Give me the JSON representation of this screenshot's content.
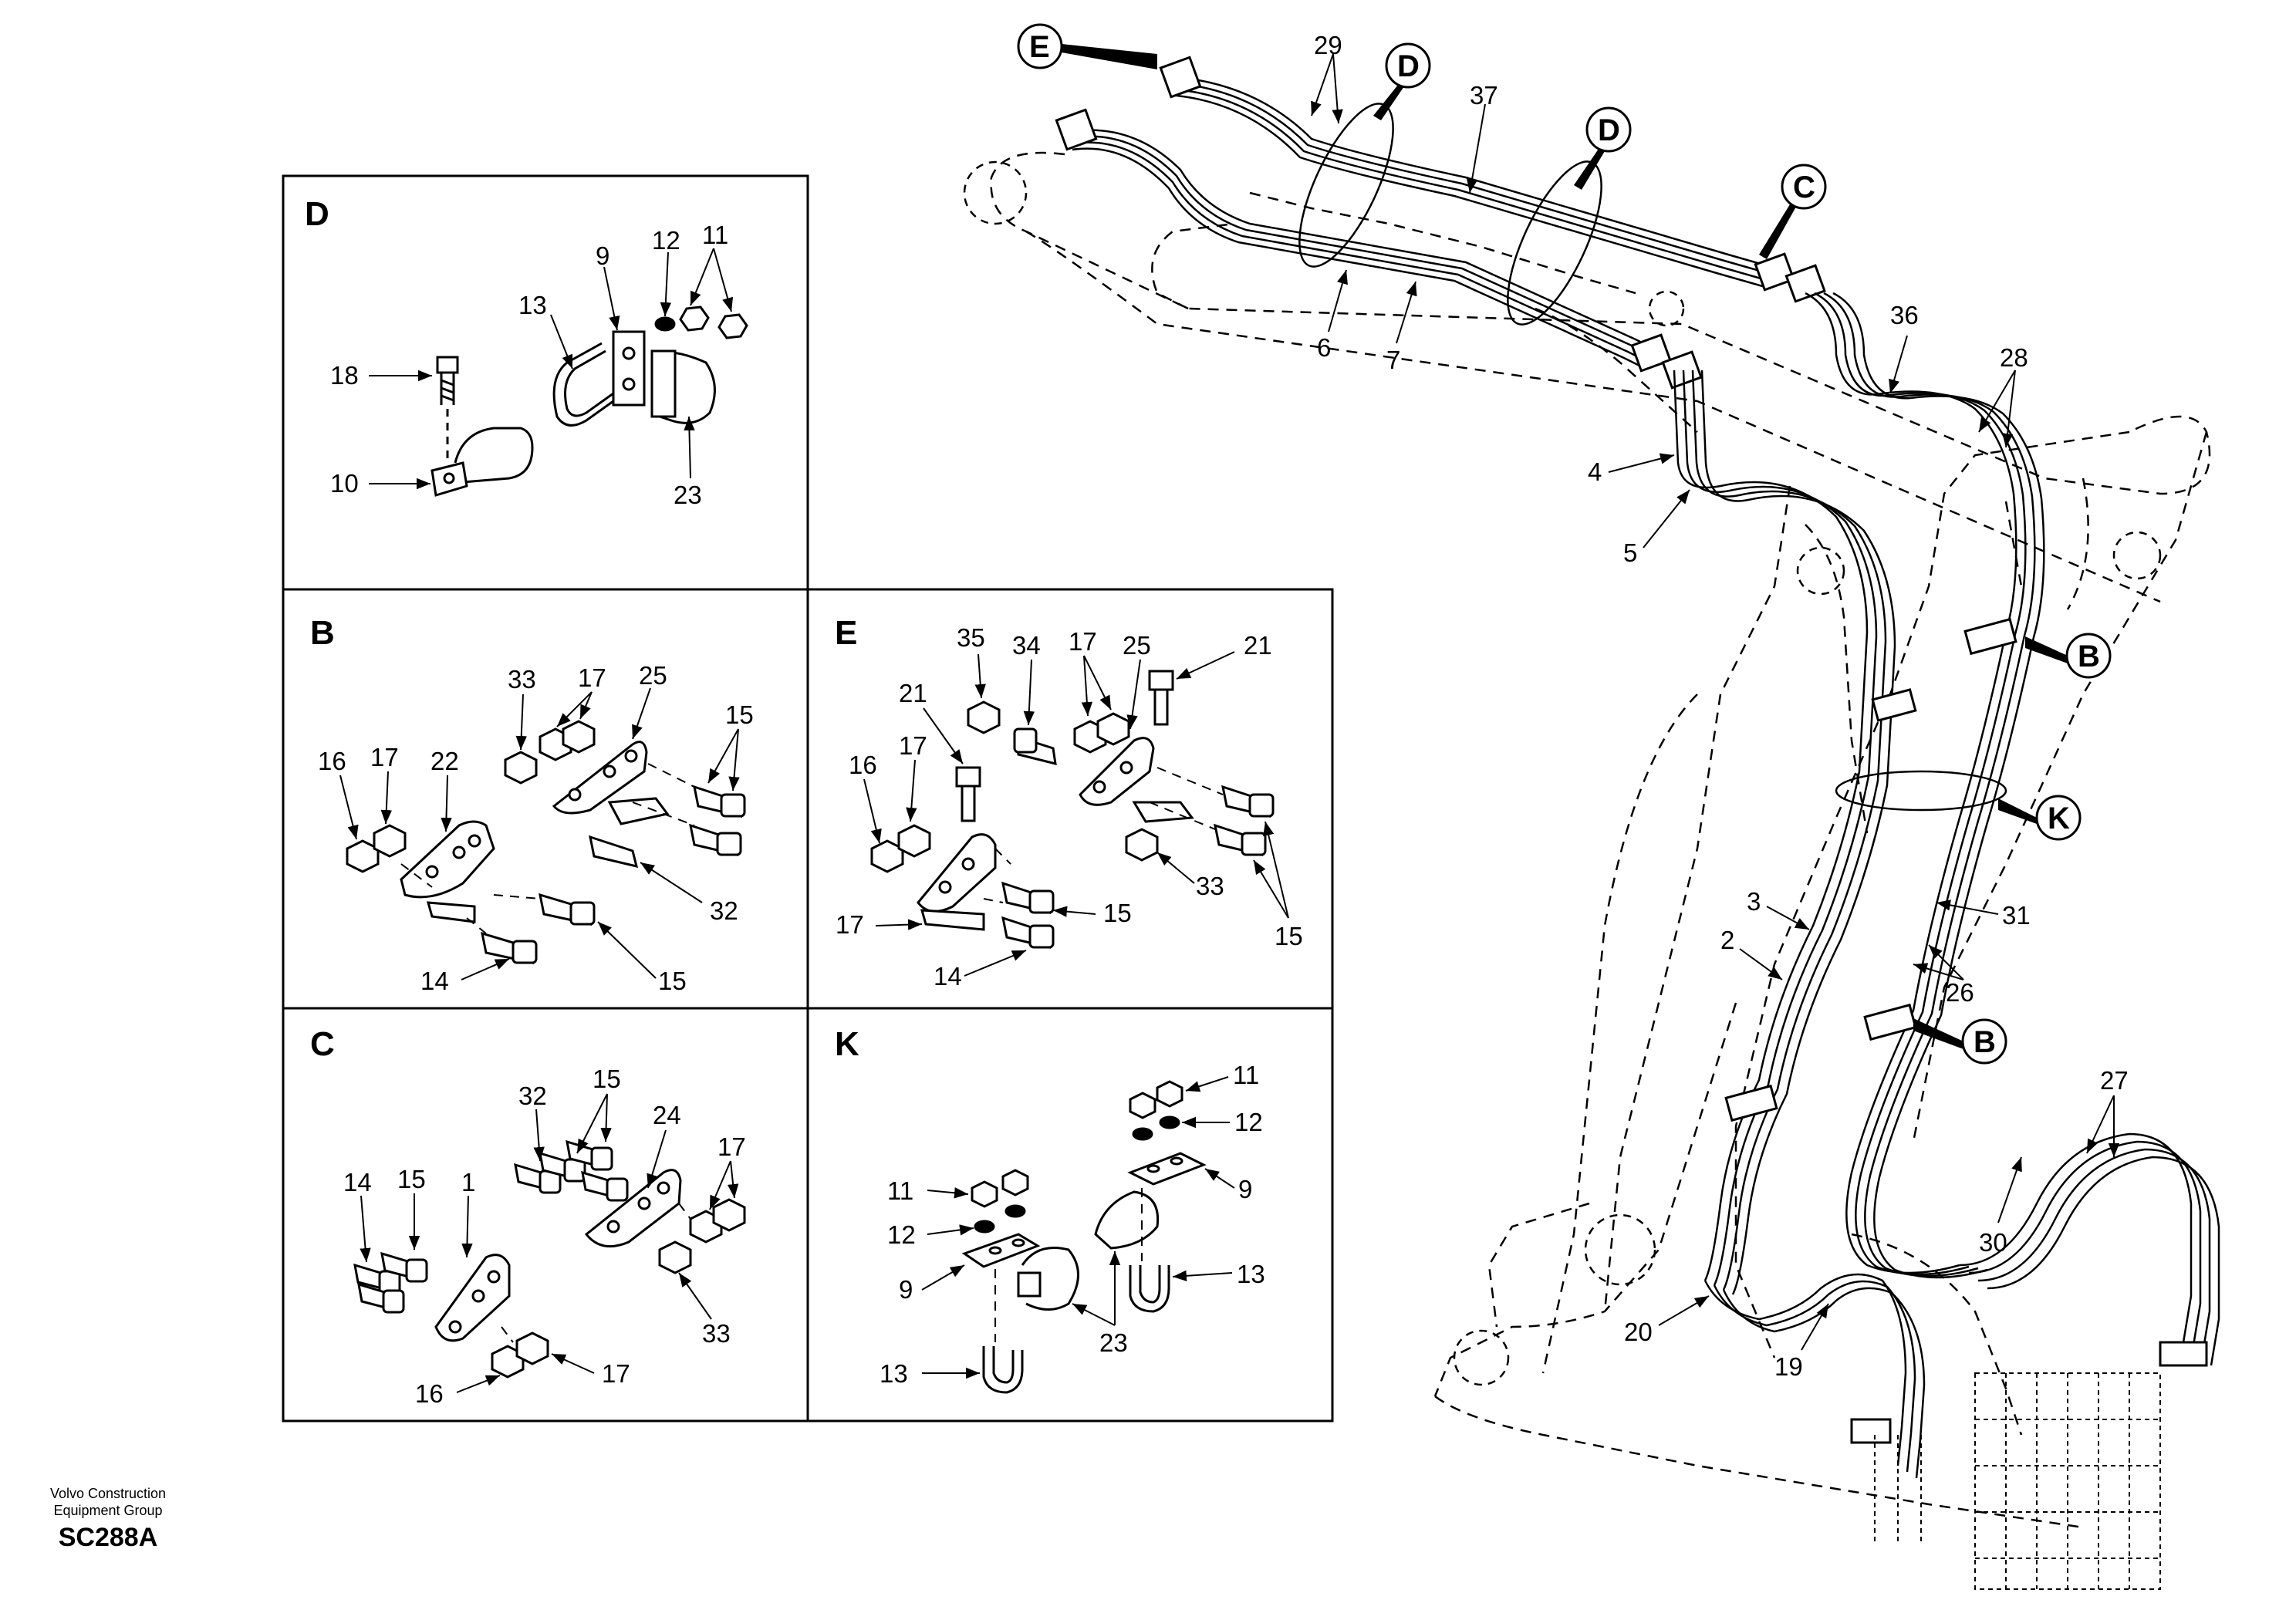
{
  "footer": {
    "company_line1": "Volvo Construction",
    "company_line2": "Equipment Group",
    "figure_code": "SC288A"
  },
  "panels": {
    "D": {
      "title": "D",
      "labels": {
        "n18": "18",
        "n10": "10",
        "n13": "13",
        "n9": "9",
        "n12": "12",
        "n11": "11",
        "n23": "23"
      }
    },
    "B": {
      "title": "B",
      "labels": {
        "n33": "33",
        "n17a": "17",
        "n25": "25",
        "n15a": "15",
        "n16": "16",
        "n17b": "17",
        "n22": "22",
        "n32": "32",
        "n14": "14",
        "n15b": "15"
      }
    },
    "E": {
      "title": "E",
      "labels": {
        "n35": "35",
        "n34": "34",
        "n17a": "17",
        "n25": "25",
        "n21a": "21",
        "n21b": "21",
        "n17b": "17",
        "n16": "16",
        "n17c": "17",
        "n15a": "15",
        "n14": "14",
        "n33": "33",
        "n15b": "15"
      }
    },
    "C": {
      "title": "C",
      "labels": {
        "n32": "32",
        "n15a": "15",
        "n24": "24",
        "n17a": "17",
        "n14": "14",
        "n15b": "15",
        "n1": "1",
        "n33": "33",
        "n16": "16",
        "n17b": "17"
      }
    },
    "K": {
      "title": "K",
      "labels": {
        "n11a": "11",
        "n12a": "12",
        "n9a": "9",
        "n13a": "13",
        "n11b": "11",
        "n12b": "12",
        "n9b": "9",
        "n23": "23",
        "n13b": "13"
      }
    }
  },
  "main": {
    "callouts": {
      "E": "E",
      "D1": "D",
      "D2": "D",
      "C": "C",
      "B1": "B",
      "K": "K",
      "B2": "B"
    },
    "labels": {
      "n29": "29",
      "n37": "37",
      "n6": "6",
      "n7": "7",
      "n36": "36",
      "n28": "28",
      "n4": "4",
      "n5": "5",
      "n3": "3",
      "n2": "2",
      "n31": "31",
      "n26": "26",
      "n27": "27",
      "n30": "30",
      "n20": "20",
      "n19": "19"
    }
  }
}
